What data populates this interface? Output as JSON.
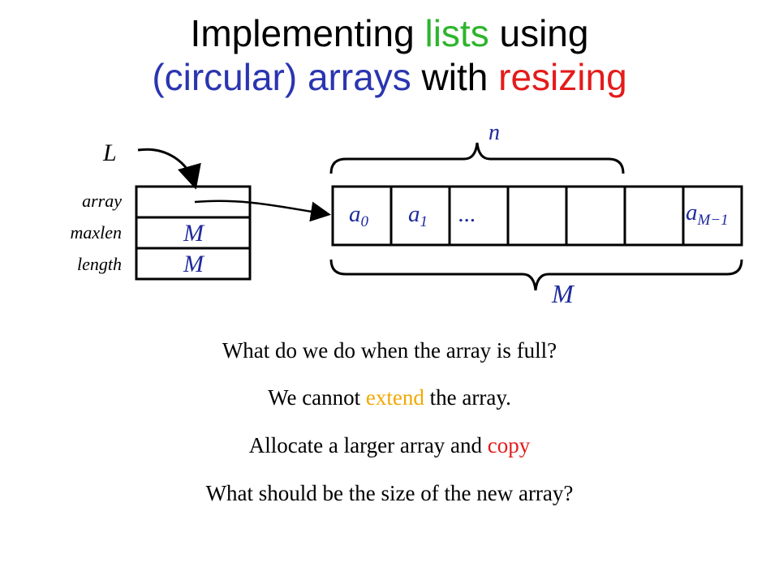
{
  "title": {
    "line1": {
      "a": "Implementing ",
      "b": "lists",
      "c": " using"
    },
    "line2": {
      "a": "(circular) arrays",
      "b": " with ",
      "c": "resizing"
    }
  },
  "colors": {
    "green": "#2db52d",
    "blue": "#2a35b0",
    "red": "#e41b1b",
    "orange": "#f2a900",
    "ink": "#1f2a9c"
  },
  "diagram": {
    "pointer_label": "L",
    "fields": [
      "array",
      "maxlen",
      "length"
    ],
    "maxlen_value": "M",
    "length_value": "M",
    "cells": {
      "a0": {
        "base": "a",
        "sub": "0"
      },
      "a1": {
        "base": "a",
        "sub": "1"
      },
      "dots": "...",
      "last": {
        "base": "a",
        "sub": "M−1"
      }
    },
    "brace_top_label": "n",
    "brace_bottom_label": "M"
  },
  "text": {
    "q1": "What do we do when the array is full?",
    "s2": {
      "a": "We cannot ",
      "b": "extend",
      "c": " the array."
    },
    "s3": {
      "a": "Allocate a larger array and ",
      "b": "copy"
    },
    "q4": "What should be the size of the new array?"
  }
}
